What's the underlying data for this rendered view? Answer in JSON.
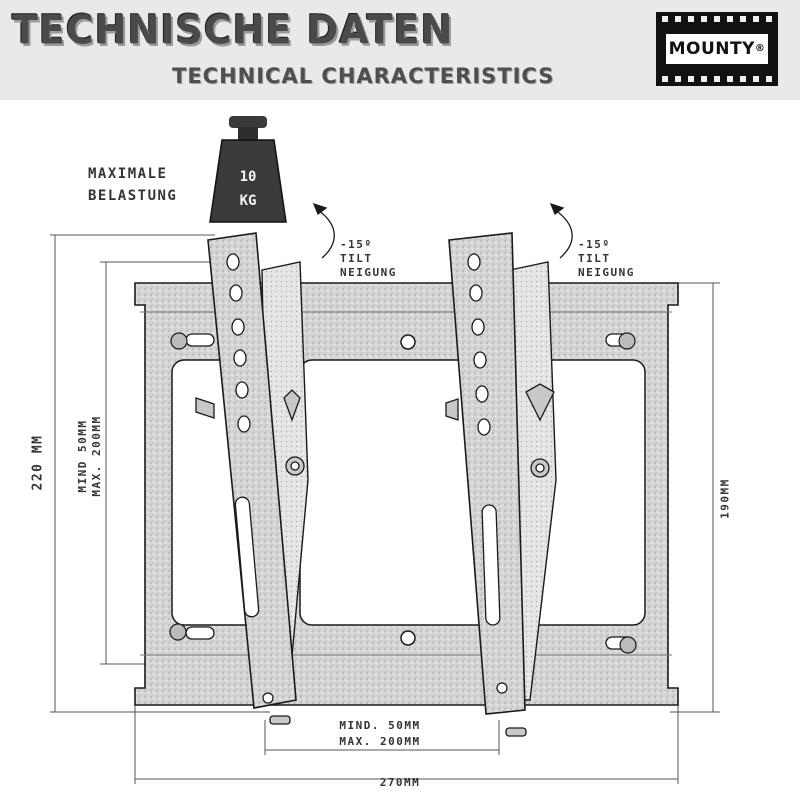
{
  "header": {
    "title_de": "TECHNISCHE DATEN",
    "title_en": "TECHNICAL CHARACTERISTICS",
    "brand": "MOUNTY",
    "brand_mark": "®"
  },
  "load": {
    "label_line1": "MAXIMALE",
    "label_line2": "BELASTUNG",
    "value_line1": "10",
    "value_line2": "KG"
  },
  "tilt": [
    {
      "angle": "-15º",
      "label_en": "TILT",
      "label_de": "NEIGUNG"
    },
    {
      "angle": "-15º",
      "label_en": "TILT",
      "label_de": "NEIGUNG"
    }
  ],
  "dimensions": {
    "total_height": "220 MM",
    "vesa_vertical_line1": "MIND 50MM",
    "vesa_vertical_line2": "MAX. 200MM",
    "plate_height": "190MM",
    "vesa_horizontal_line1": "MIND. 50MM",
    "vesa_horizontal_line2": "MAX. 200MM",
    "total_width": "270MM"
  },
  "colors": {
    "header_bg": "#e9e9e9",
    "metal": "#d9d9d9",
    "outline": "#1a1a1a",
    "dimension_line": "#555555",
    "weight_body": "#3a3a3a"
  }
}
